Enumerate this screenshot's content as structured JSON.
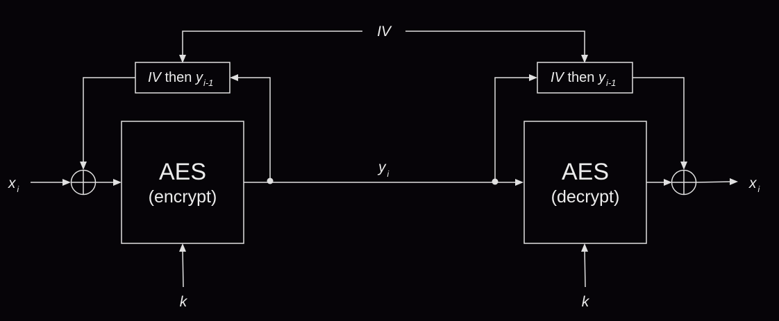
{
  "diagram": {
    "iv_label": "IV",
    "encrypt_block": {
      "name": "AES",
      "mode": "(encrypt)"
    },
    "decrypt_block": {
      "name": "AES",
      "mode": "(decrypt)"
    },
    "register_left": {
      "iv": "IV",
      "then": " then ",
      "y": "y",
      "sub": "i-1"
    },
    "register_right": {
      "iv": "IV",
      "then": " then ",
      "y": "y",
      "sub": "i-1"
    },
    "input": {
      "var": "x",
      "sub": "i"
    },
    "output": {
      "var": "x",
      "sub": "i"
    },
    "ciphertext": {
      "var": "y",
      "sub": "i"
    },
    "key_left": "k",
    "key_right": "k"
  },
  "colors": {
    "background": "#060408",
    "stroke": "#e0e0e0",
    "text": "#ececec"
  }
}
